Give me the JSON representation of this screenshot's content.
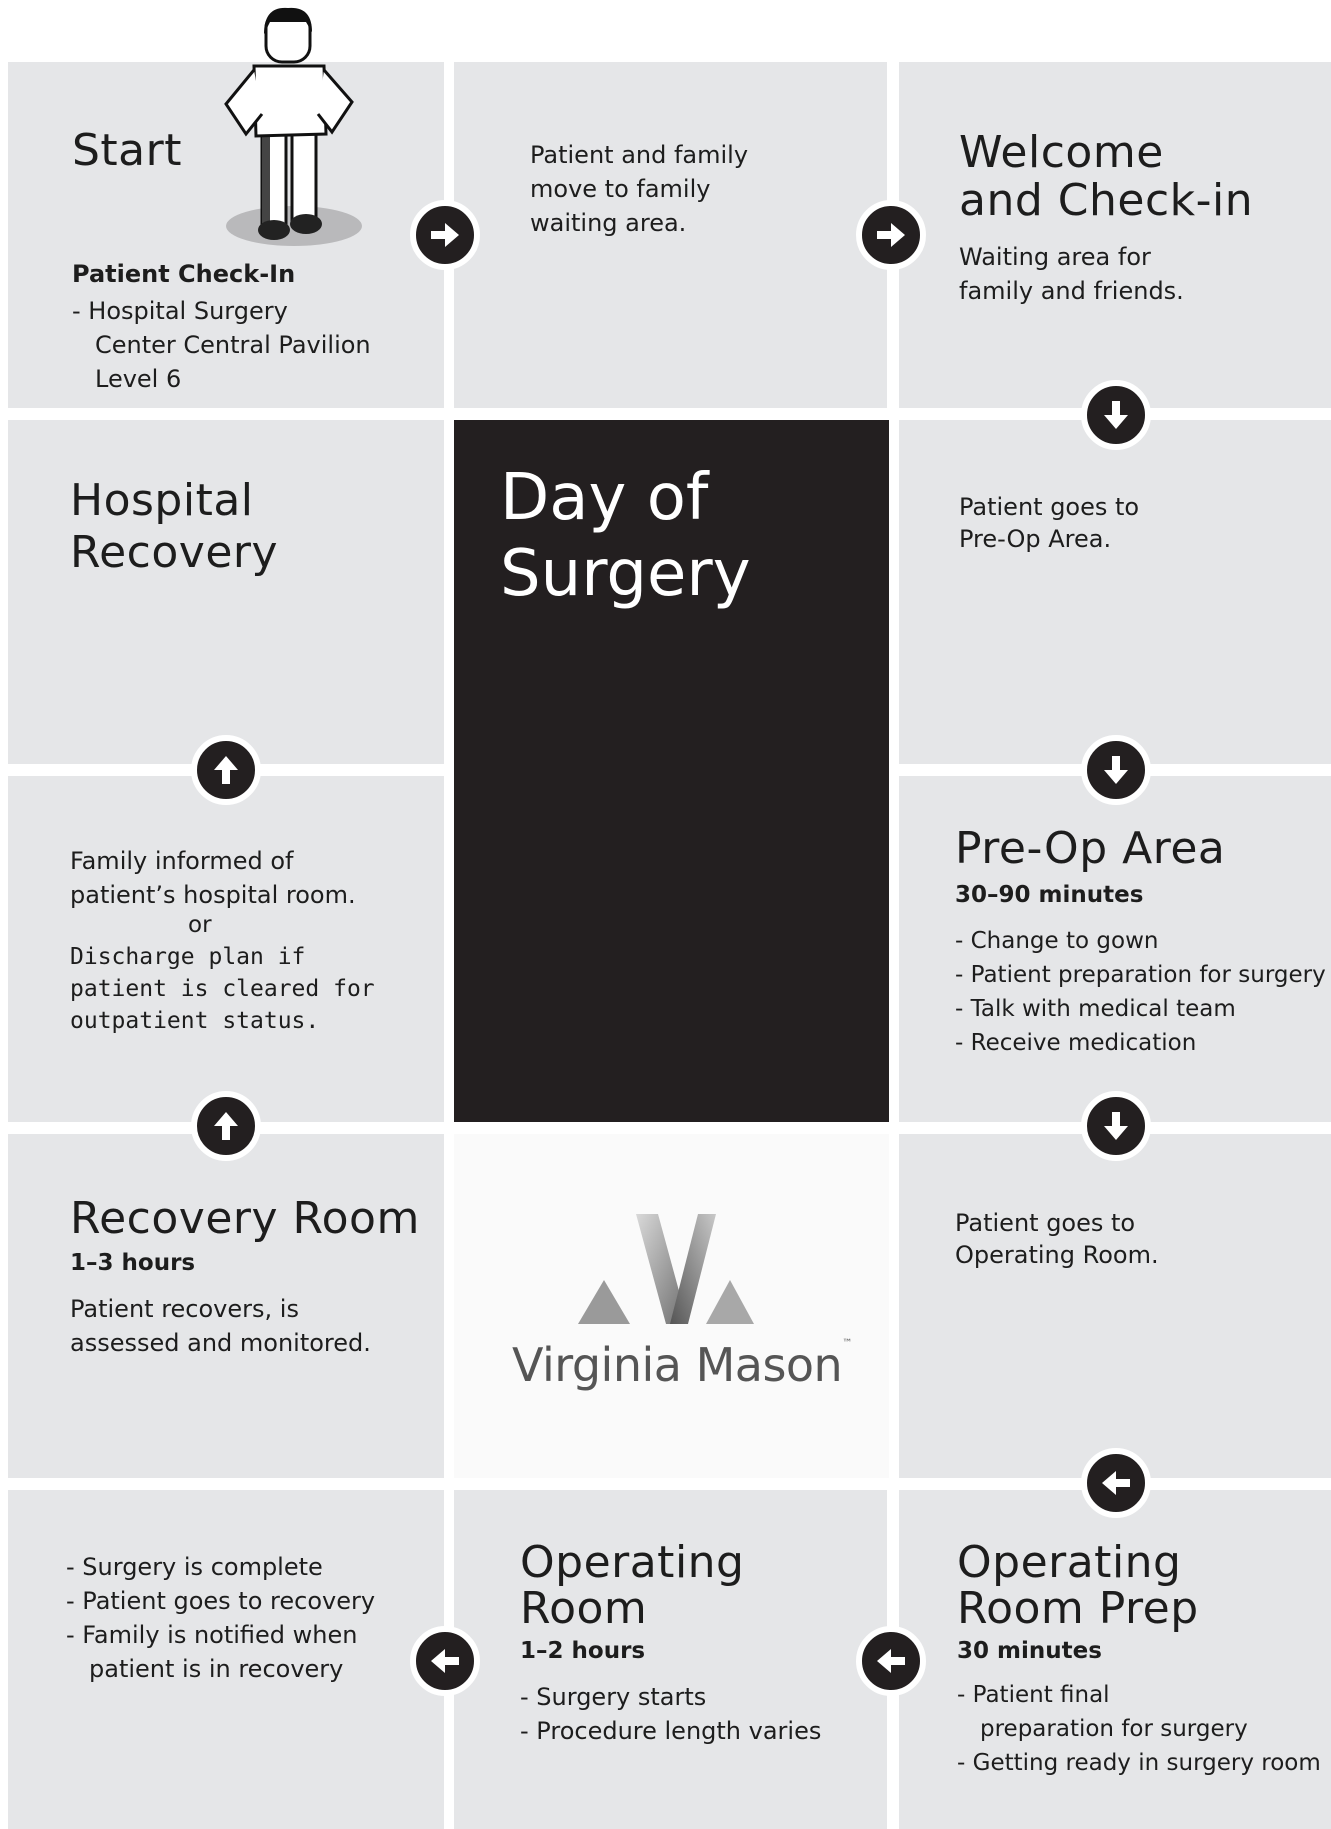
{
  "start": {
    "title": "Start",
    "check_in_heading": "Patient Check-In",
    "location": "Hospital Surgery Center Central Pavilion Level 6"
  },
  "move_to_waiting": {
    "text": "Patient and family move to family waiting area."
  },
  "welcome": {
    "title_line1": "Welcome",
    "title_line2": "and Check-in",
    "text": "Waiting area for family and friends."
  },
  "center": {
    "title_line1": "Day of",
    "title_line2": "Surgery"
  },
  "goes_preop": {
    "text_line1": "Patient goes to",
    "text_line2": "Pre-Op Area."
  },
  "hospital_recovery": {
    "title_line1": "Hospital",
    "title_line2": "Recovery"
  },
  "family_informed": {
    "line1": "Family informed of",
    "line2": "patient’s hospital room.",
    "or": "or",
    "line3": "Discharge plan if",
    "line4": "patient is cleared for",
    "line5": "outpatient status."
  },
  "preop": {
    "title": "Pre-Op Area",
    "duration": "30–90 minutes",
    "items": [
      "Change to gown",
      "Patient preparation for surgery",
      "Talk with medical team",
      "Receive medication"
    ]
  },
  "recovery_room": {
    "title": "Recovery Room",
    "duration": "1–3 hours",
    "text": "Patient recovers, is assessed and monitored."
  },
  "logo": {
    "text": "Virginia Mason",
    "tm": "™"
  },
  "goes_or": {
    "text_line1": "Patient goes to",
    "text_line2": "Operating Room."
  },
  "after_surgery": {
    "items": [
      "Surgery is complete",
      "Patient goes to recovery",
      "Family is notified when patient is in recovery"
    ]
  },
  "operating_room": {
    "title_line1": "Operating",
    "title_line2": "Room",
    "duration": "1–2 hours",
    "items": [
      "Surgery starts",
      "Procedure length varies"
    ]
  },
  "or_prep": {
    "title_line1": "Operating",
    "title_line2": "Room Prep",
    "duration": "30 minutes",
    "items": [
      "Patient final preparation for surgery",
      "Getting ready in surgery room"
    ]
  },
  "arrows": [
    "arrow-right",
    "arrow-down",
    "arrow-up",
    "arrow-left"
  ],
  "colors": {
    "cell": "#e5e6e8",
    "dark": "#231f20",
    "white": "#ffffff"
  }
}
